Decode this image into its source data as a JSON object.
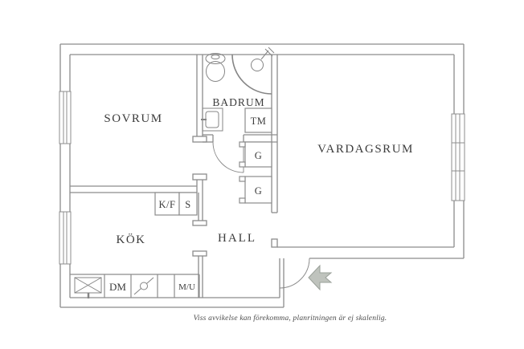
{
  "rooms": {
    "sovrum": {
      "label": "SOVRUM"
    },
    "badrum": {
      "label": "BADRUM"
    },
    "vardagsrum": {
      "label": "VARDAGSRUM"
    },
    "kok": {
      "label": "KÖK"
    },
    "hall": {
      "label": "HALL"
    }
  },
  "closets": {
    "tm": {
      "label": "TM"
    },
    "g1": {
      "label": "G"
    },
    "g2": {
      "label": "G"
    }
  },
  "kitchen_units": {
    "kf": {
      "label": "K/F"
    },
    "s": {
      "label": "S"
    },
    "dm": {
      "label": "DM"
    },
    "mu": {
      "label": "M/U"
    }
  },
  "caption": "Viss avvikelse kan förekomma, planritningen är ej skalenlig.",
  "icons": {
    "toilet": "toilet-icon",
    "shower": "shower-icon",
    "washbasin": "washbasin-icon",
    "kitchen_sink": "sink-icon",
    "stove": "stove-icon",
    "entrance_arrow": "entrance-arrow-icon"
  },
  "colors": {
    "wall": "#8c8c8c",
    "fixture_line": "#858585",
    "label_text": "#3c3c3c",
    "caption_text": "#4b4b4b",
    "arrow_fill": "#bfc3bd",
    "arrow_stroke": "#9aa099",
    "background": "#ffffff"
  }
}
